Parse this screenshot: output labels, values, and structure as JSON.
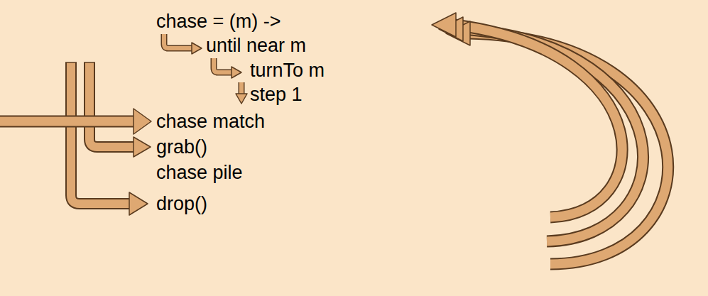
{
  "diagram": {
    "labels": [
      "chase = (m) ->",
      "until near m",
      "turnTo m",
      "step 1",
      "chase match",
      "grab()",
      "chase pile",
      "drop()"
    ]
  }
}
